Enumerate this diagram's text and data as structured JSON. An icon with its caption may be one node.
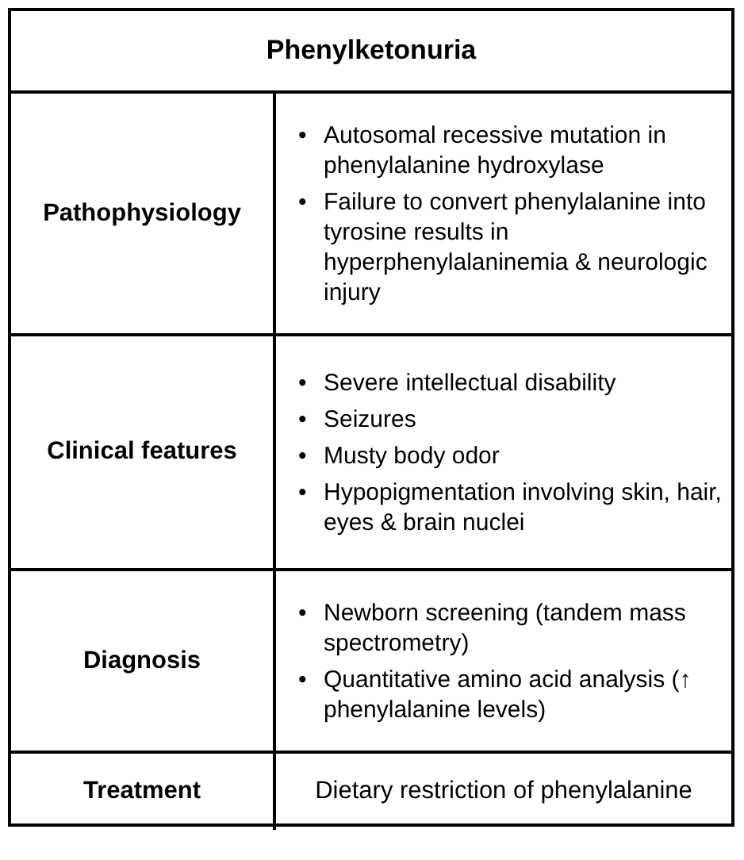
{
  "diagram": {
    "labels": [
      "Phenylketonuria",
      "Pathophysiology",
      "•",
      "Autosomal recessive mutation in phenylalanine hydroxylase",
      "•",
      "Failure to convert phenylalanine into tyrosine results in hyperphenylalaninemia & neurologic injury",
      "Clinical features",
      "•",
      "Severe intellectual disability",
      "•",
      "Seizures",
      "•",
      "Musty body odor",
      "•",
      "Hypopigmentation involving skin, hair, eyes & brain nuclei",
      "Diagnosis",
      "•",
      "Newborn screening (tandem mass spectrometry)",
      "•",
      "Quantitative amino acid analysis (↑ phenylalanine levels)",
      "Treatment",
      "Dietary restriction of phenylalanine"
    ]
  }
}
